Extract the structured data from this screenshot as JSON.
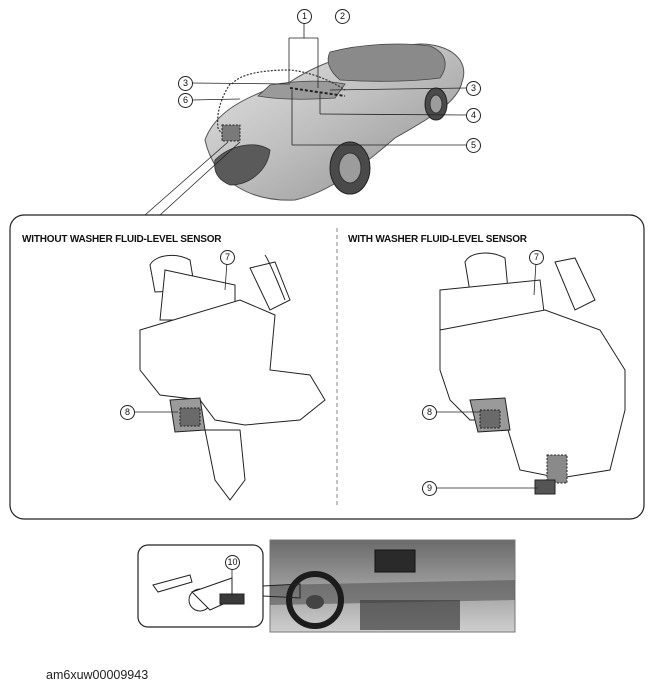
{
  "callouts": {
    "c1": "1",
    "c2": "2",
    "c3a": "3",
    "c3b": "3",
    "c4": "4",
    "c5": "5",
    "c6": "6",
    "c7a": "7",
    "c7b": "7",
    "c8a": "8",
    "c8b": "8",
    "c9": "9",
    "c10": "10"
  },
  "panels": {
    "left_title": "WITHOUT WASHER FLUID-LEVEL SENSOR",
    "right_title": "WITH WASHER FLUID-LEVEL SENSOR"
  },
  "figure_id": "am6xuw00009943"
}
